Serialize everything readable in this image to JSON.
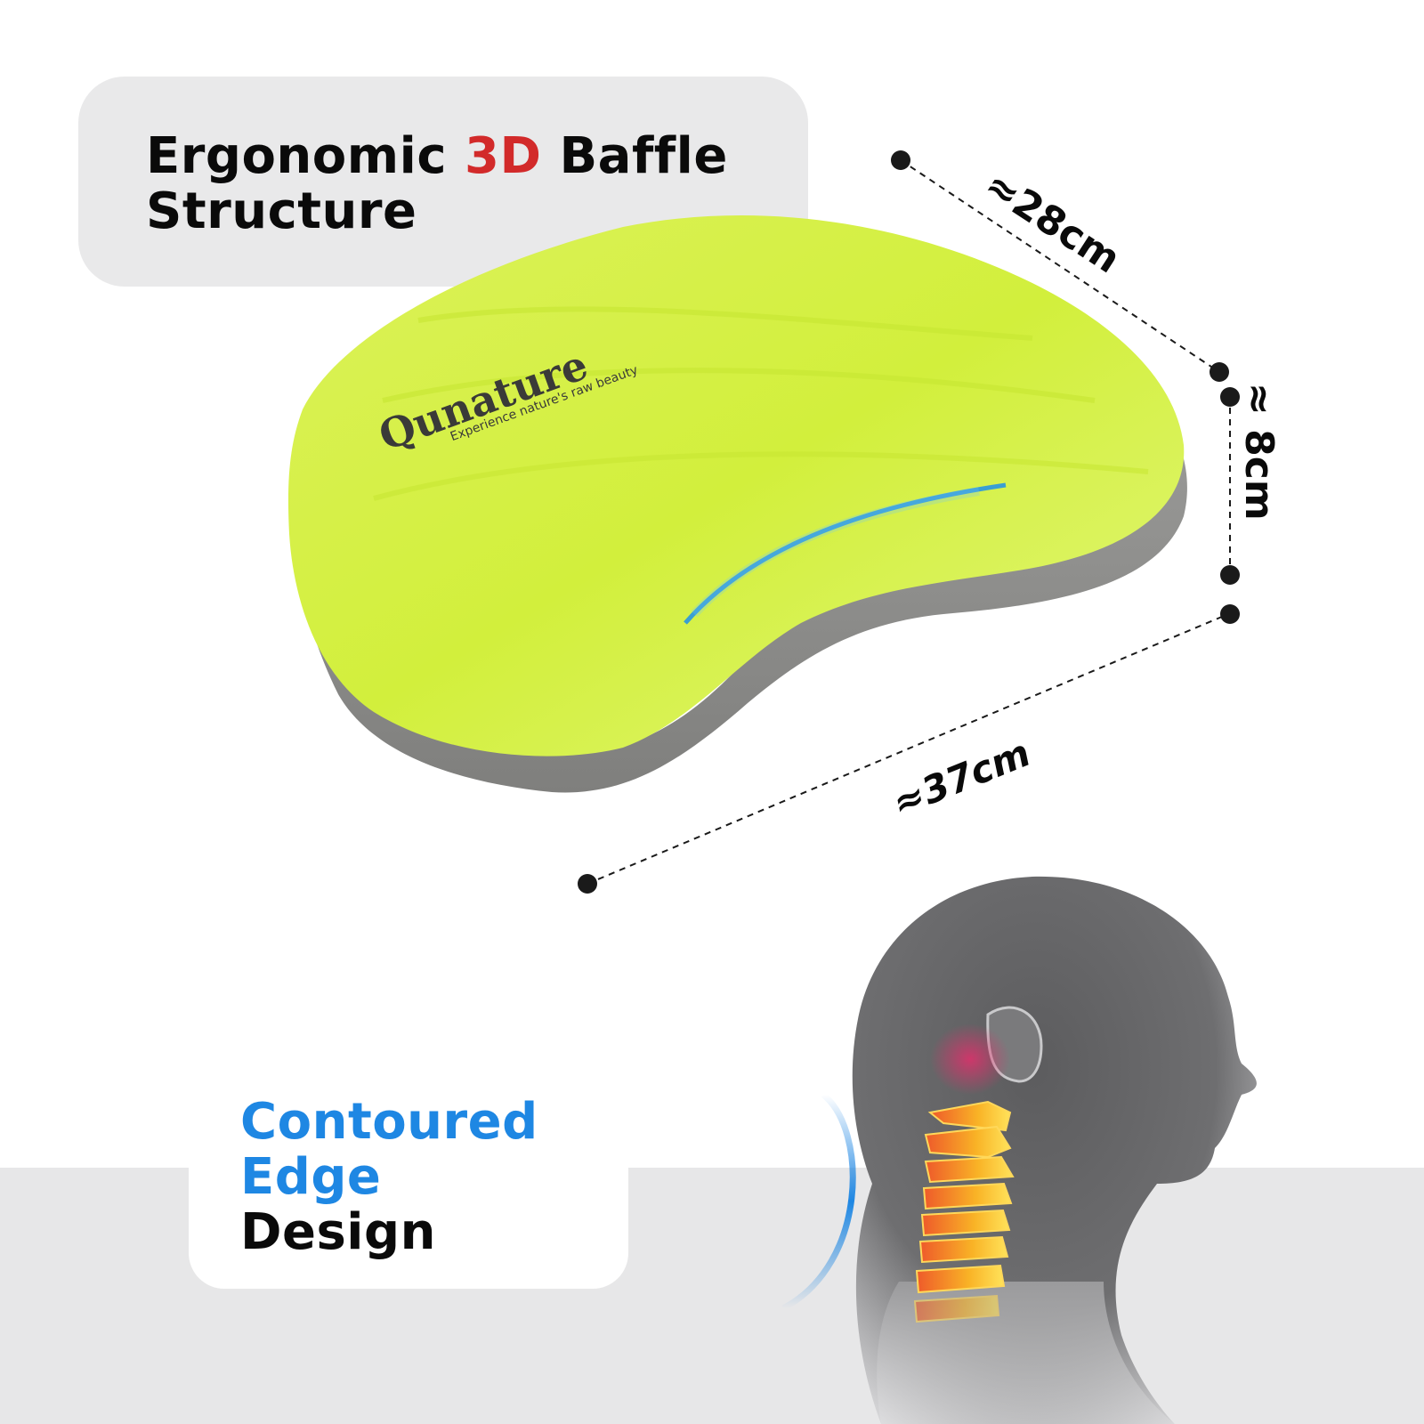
{
  "headline": {
    "part1": "Ergonomic ",
    "accent": "3D",
    "part2": " Baffle",
    "line2": "Structure",
    "accent_color": "#d22a2a"
  },
  "product": {
    "brand_name": "Qunature",
    "tagline": "Experience nature's raw beauty",
    "pillow_color": "#d4f040",
    "base_color": "#8e8e8c"
  },
  "dimensions": {
    "depth": "≈28cm",
    "height": "≈ 8cm",
    "width": "≈37cm"
  },
  "feature": {
    "line1": "Contoured",
    "line2": "Edge",
    "line3": "Design",
    "accent_color": "#1e87e3"
  },
  "illustration": {
    "subject": "head-and-cervical-spine-profile",
    "highlight_color": "#f7a020"
  }
}
